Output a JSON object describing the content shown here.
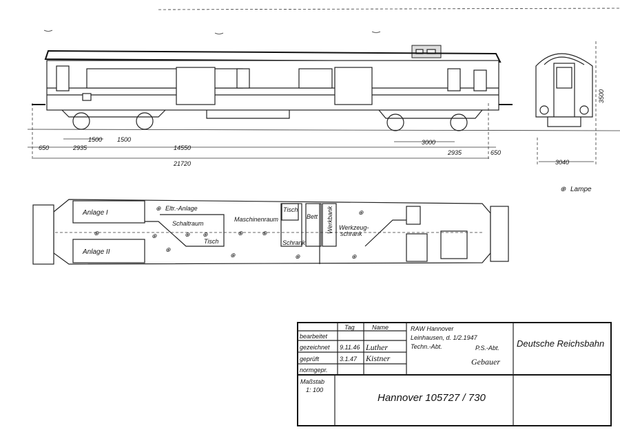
{
  "dimensions": {
    "bogie_half_left": "1500",
    "bogie_half_right": "1500",
    "end_left": "650",
    "overhang_left": "2935",
    "bogie_centers": "14550",
    "wheelbase": "3000",
    "overhang_right": "2935",
    "end_right": "650",
    "overall_length": "21720",
    "width": "3040",
    "height": "3500"
  },
  "legend": {
    "lamp": "Lampe"
  },
  "plan_labels": {
    "anlage_1": "Anlage I",
    "anlage_2": "Anlage II",
    "eltr_anlage": "Eltr.-Anlage",
    "schaltraum": "Schaltraum",
    "tisch_1": "Tisch",
    "maschinenraum": "Maschinenraum",
    "tisch_2": "Tisch",
    "bett": "Bett",
    "schrank": "Schrank",
    "werkbank": "Werkbank",
    "werkzeugschrank_1": "Werkzeug-",
    "werkzeugschrank_2": "schrank"
  },
  "title_block": {
    "col_tag": "Tag",
    "col_name": "Name",
    "rows": [
      {
        "label": "bearbeitet",
        "date": "",
        "name": ""
      },
      {
        "label": "gezeichnet",
        "date": "9.11.46",
        "name": "Luther"
      },
      {
        "label": "geprüft",
        "date": "3.1.47",
        "name": "Kistner"
      },
      {
        "label": "normgepr.",
        "date": "",
        "name": ""
      }
    ],
    "office_1": "RAW Hannover",
    "office_2": "Leinhausen, d. 1/2.1947",
    "office_3": "Techn.-Abt.",
    "office_4": "P.S.-Abt.",
    "office_sign": "Gebauer",
    "company": "Deutsche Reichsbahn",
    "scale_label": "Maßstab",
    "scale_value": "1: 100",
    "drawing_number": "Hannover 105727 / 730"
  }
}
